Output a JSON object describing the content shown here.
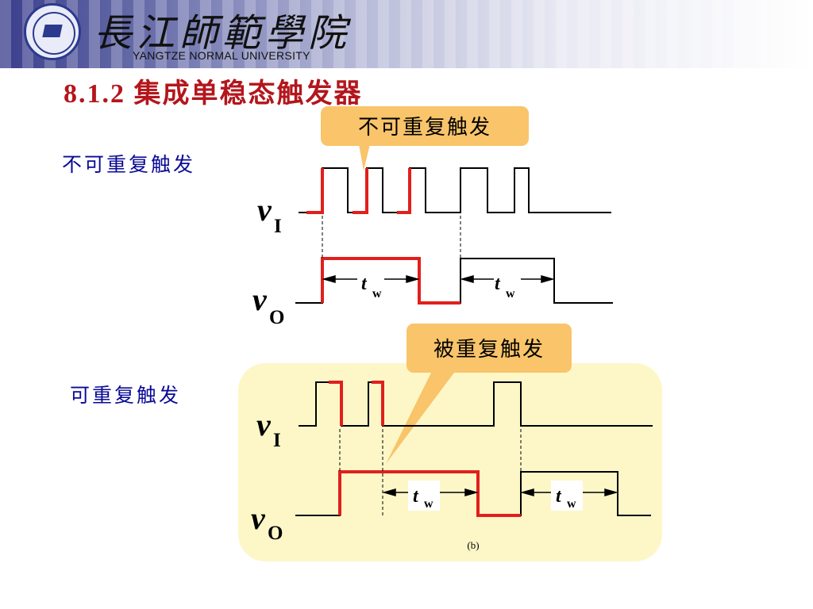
{
  "header": {
    "logo_cn": "長江師範學院",
    "logo_en": "YANGTZE NORMAL UNIVERSITY"
  },
  "title": "8.1.2 集成单稳态触发器",
  "sections": [
    {
      "label": "不可重复触发",
      "callout": "不可重复触发"
    },
    {
      "label": "可重复触发",
      "callout": "被重复触发"
    }
  ],
  "signals": {
    "v": "v",
    "input_sub": "I",
    "output_sub": "O",
    "t": "t",
    "w": "w"
  },
  "caption": "(b)",
  "colors": {
    "title": "#b3161c",
    "label": "#0a0a96",
    "callout_fill": "#f9c46a",
    "panel_fill": "#fdf7c8",
    "highlight": "#e0201c",
    "trace": "#000000"
  }
}
